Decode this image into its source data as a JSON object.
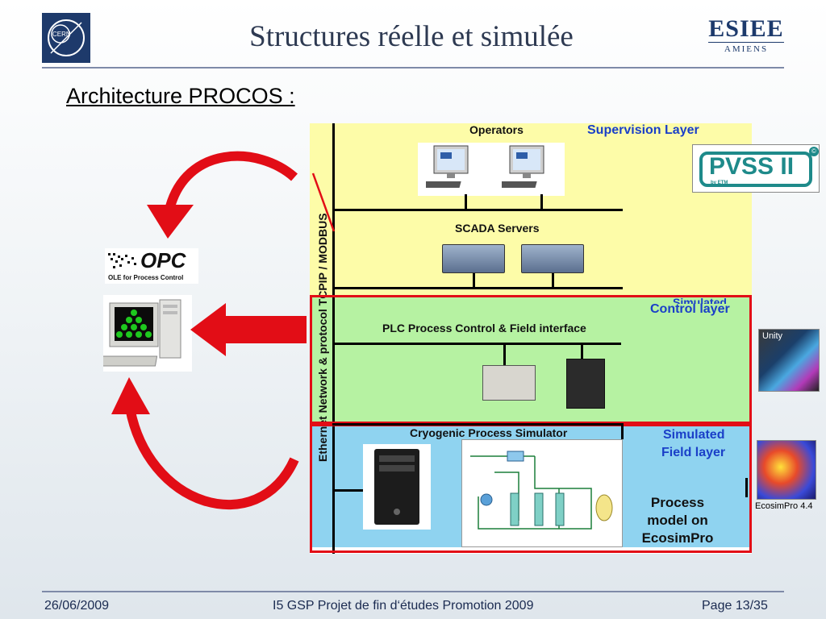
{
  "slide": {
    "title": "Structures réelle et simulée",
    "subtitle": "Architecture PROCOS :"
  },
  "logos": {
    "cern": "CERN",
    "esiee_main": "ESIEE",
    "esiee_sub": "AMIENS",
    "opc_main": "OPC",
    "opc_sub": "OLE for Process Control",
    "pvss": "PVSS II",
    "pvss_sub": "by ETM",
    "unity": "Unity",
    "ecosimpro_caption": "EcosimPro 4.4"
  },
  "diagram": {
    "network_label": "Ethernet Network & protocol TCPIP / MODBUS",
    "supervision": {
      "operators": "Operators",
      "layer_label": "Supervision  Layer",
      "scada": "SCADA Servers"
    },
    "control": {
      "layer_label": "Control layer",
      "overlap_label": "Simulated",
      "plc_label": "PLC Process Control & Field interface"
    },
    "field": {
      "layer_label_1": "Simulated",
      "layer_label_2": "Field layer",
      "simulator_label": "Cryogenic Process Simulator",
      "process_model": [
        "Process",
        "model on",
        "EcosimPro"
      ]
    }
  },
  "colors": {
    "supervision_bg": "#fdfca8",
    "control_bg": "#b6f2a2",
    "field_bg": "#8fd3f0",
    "arrow_red": "#e20d16",
    "label_blue": "#1a3fc8"
  },
  "footer": {
    "date": "26/06/2009",
    "center": "I5 GSP Projet de fin d‘études Promotion 2009",
    "page": "Page 13/35"
  }
}
